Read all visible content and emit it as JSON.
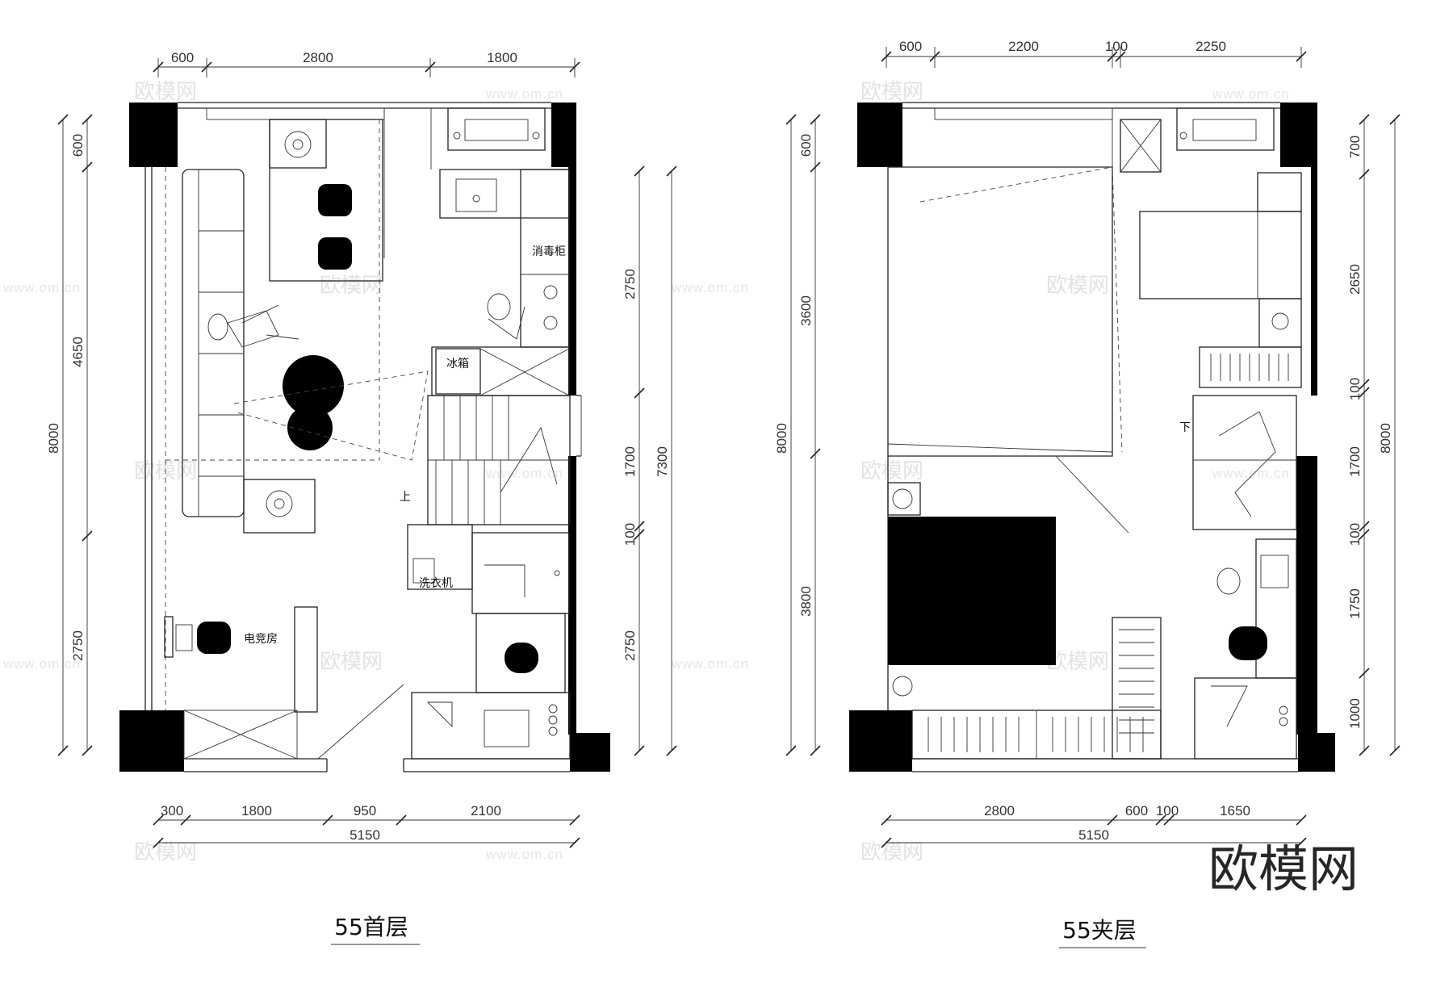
{
  "plans": {
    "ground": {
      "title": "55首层",
      "top_dims": [
        "600",
        "2800",
        "1800"
      ],
      "bottom_dims": [
        "300",
        "1800",
        "950",
        "2100"
      ],
      "bottom_total": "5150",
      "left_dims": [
        "600",
        "4650",
        "2750"
      ],
      "left_total": "8000",
      "right_dims": [
        "2750",
        "1700",
        "100",
        "2750"
      ],
      "right_total": "7300",
      "rooms": {
        "disinfection_cabinet": "消毒柜",
        "fridge": "冰箱",
        "washer": "洗衣机",
        "esports_room": "电竞房",
        "stair_up": "上"
      }
    },
    "mezzanine": {
      "title": "55夹层",
      "top_dims": [
        "600",
        "2200",
        "100",
        "2250"
      ],
      "bottom_dims": [
        "2800",
        "600",
        "100",
        "1650"
      ],
      "bottom_total": "5150",
      "left_dims": [
        "600",
        "3600",
        "3800"
      ],
      "left_total": "8000",
      "right_dims": [
        "700",
        "2650",
        "100",
        "1700",
        "100",
        "1750",
        "1000"
      ],
      "right_total": "8000",
      "rooms": {
        "stair_down": "下"
      }
    }
  },
  "watermark": {
    "text": "欧模网",
    "url": "www.om.cn",
    "logo": "欧模网"
  }
}
